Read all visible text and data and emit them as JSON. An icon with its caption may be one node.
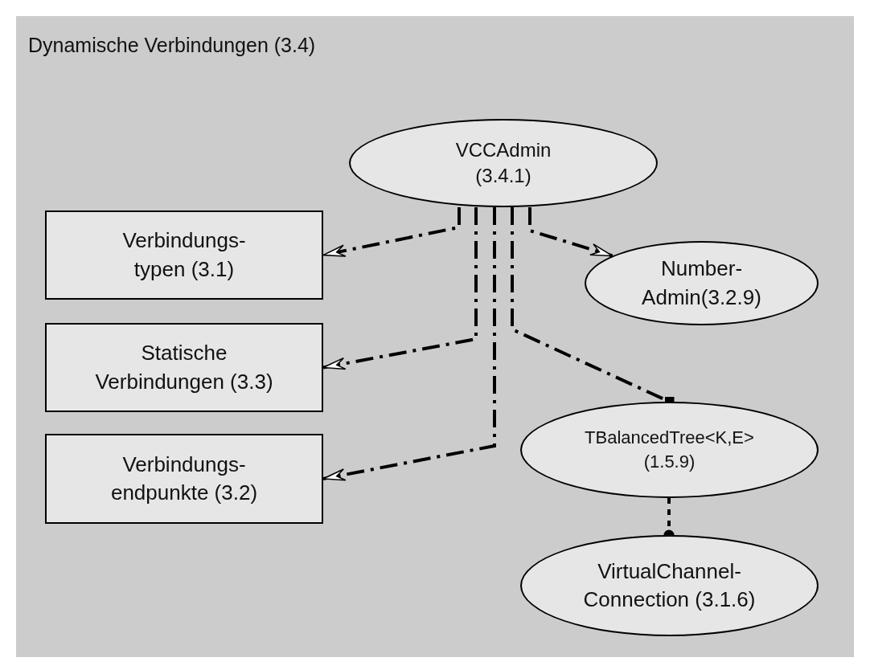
{
  "diagram": {
    "nodes": [
      {
        "text": [
          "Dynamische Verbindungen (3.4)"
        ]
      },
      {
        "text": [
          "VCCAdmin (3.4.1)"
        ],
        "in": 0
      },
      {
        "text": [
          "Verbindungs- typen (3.1)"
        ],
        "in": 0
      },
      {
        "text": [
          "Statische Verbindungen (3.3)"
        ],
        "in": 0
      },
      {
        "text": [
          "Verbindungs- endpunkte (3.2)"
        ],
        "in": 0
      },
      {
        "text": [
          "Number- Admin(3.2.9)"
        ],
        "in": 0
      },
      {
        "text": [
          "TBalancedTree<K,E> (1.5.9)"
        ],
        "in": 0
      },
      {
        "text": [
          "VirtualChannel- Connection (3.1.6)"
        ],
        "in": 0
      }
    ],
    "edges": [
      {
        "from": 1,
        "to": 2,
        "arrow": "to"
      },
      {
        "from": 1,
        "to": 3,
        "arrow": "to"
      },
      {
        "from": 1,
        "to": 4,
        "arrow": "to"
      },
      {
        "from": 1,
        "to": 5,
        "arrow": "to"
      },
      {
        "from": 1,
        "to": 6,
        "arrow": "other"
      },
      {
        "from": 6,
        "to": 7,
        "arrow": "other",
        "style": "dashed"
      }
    ]
  }
}
